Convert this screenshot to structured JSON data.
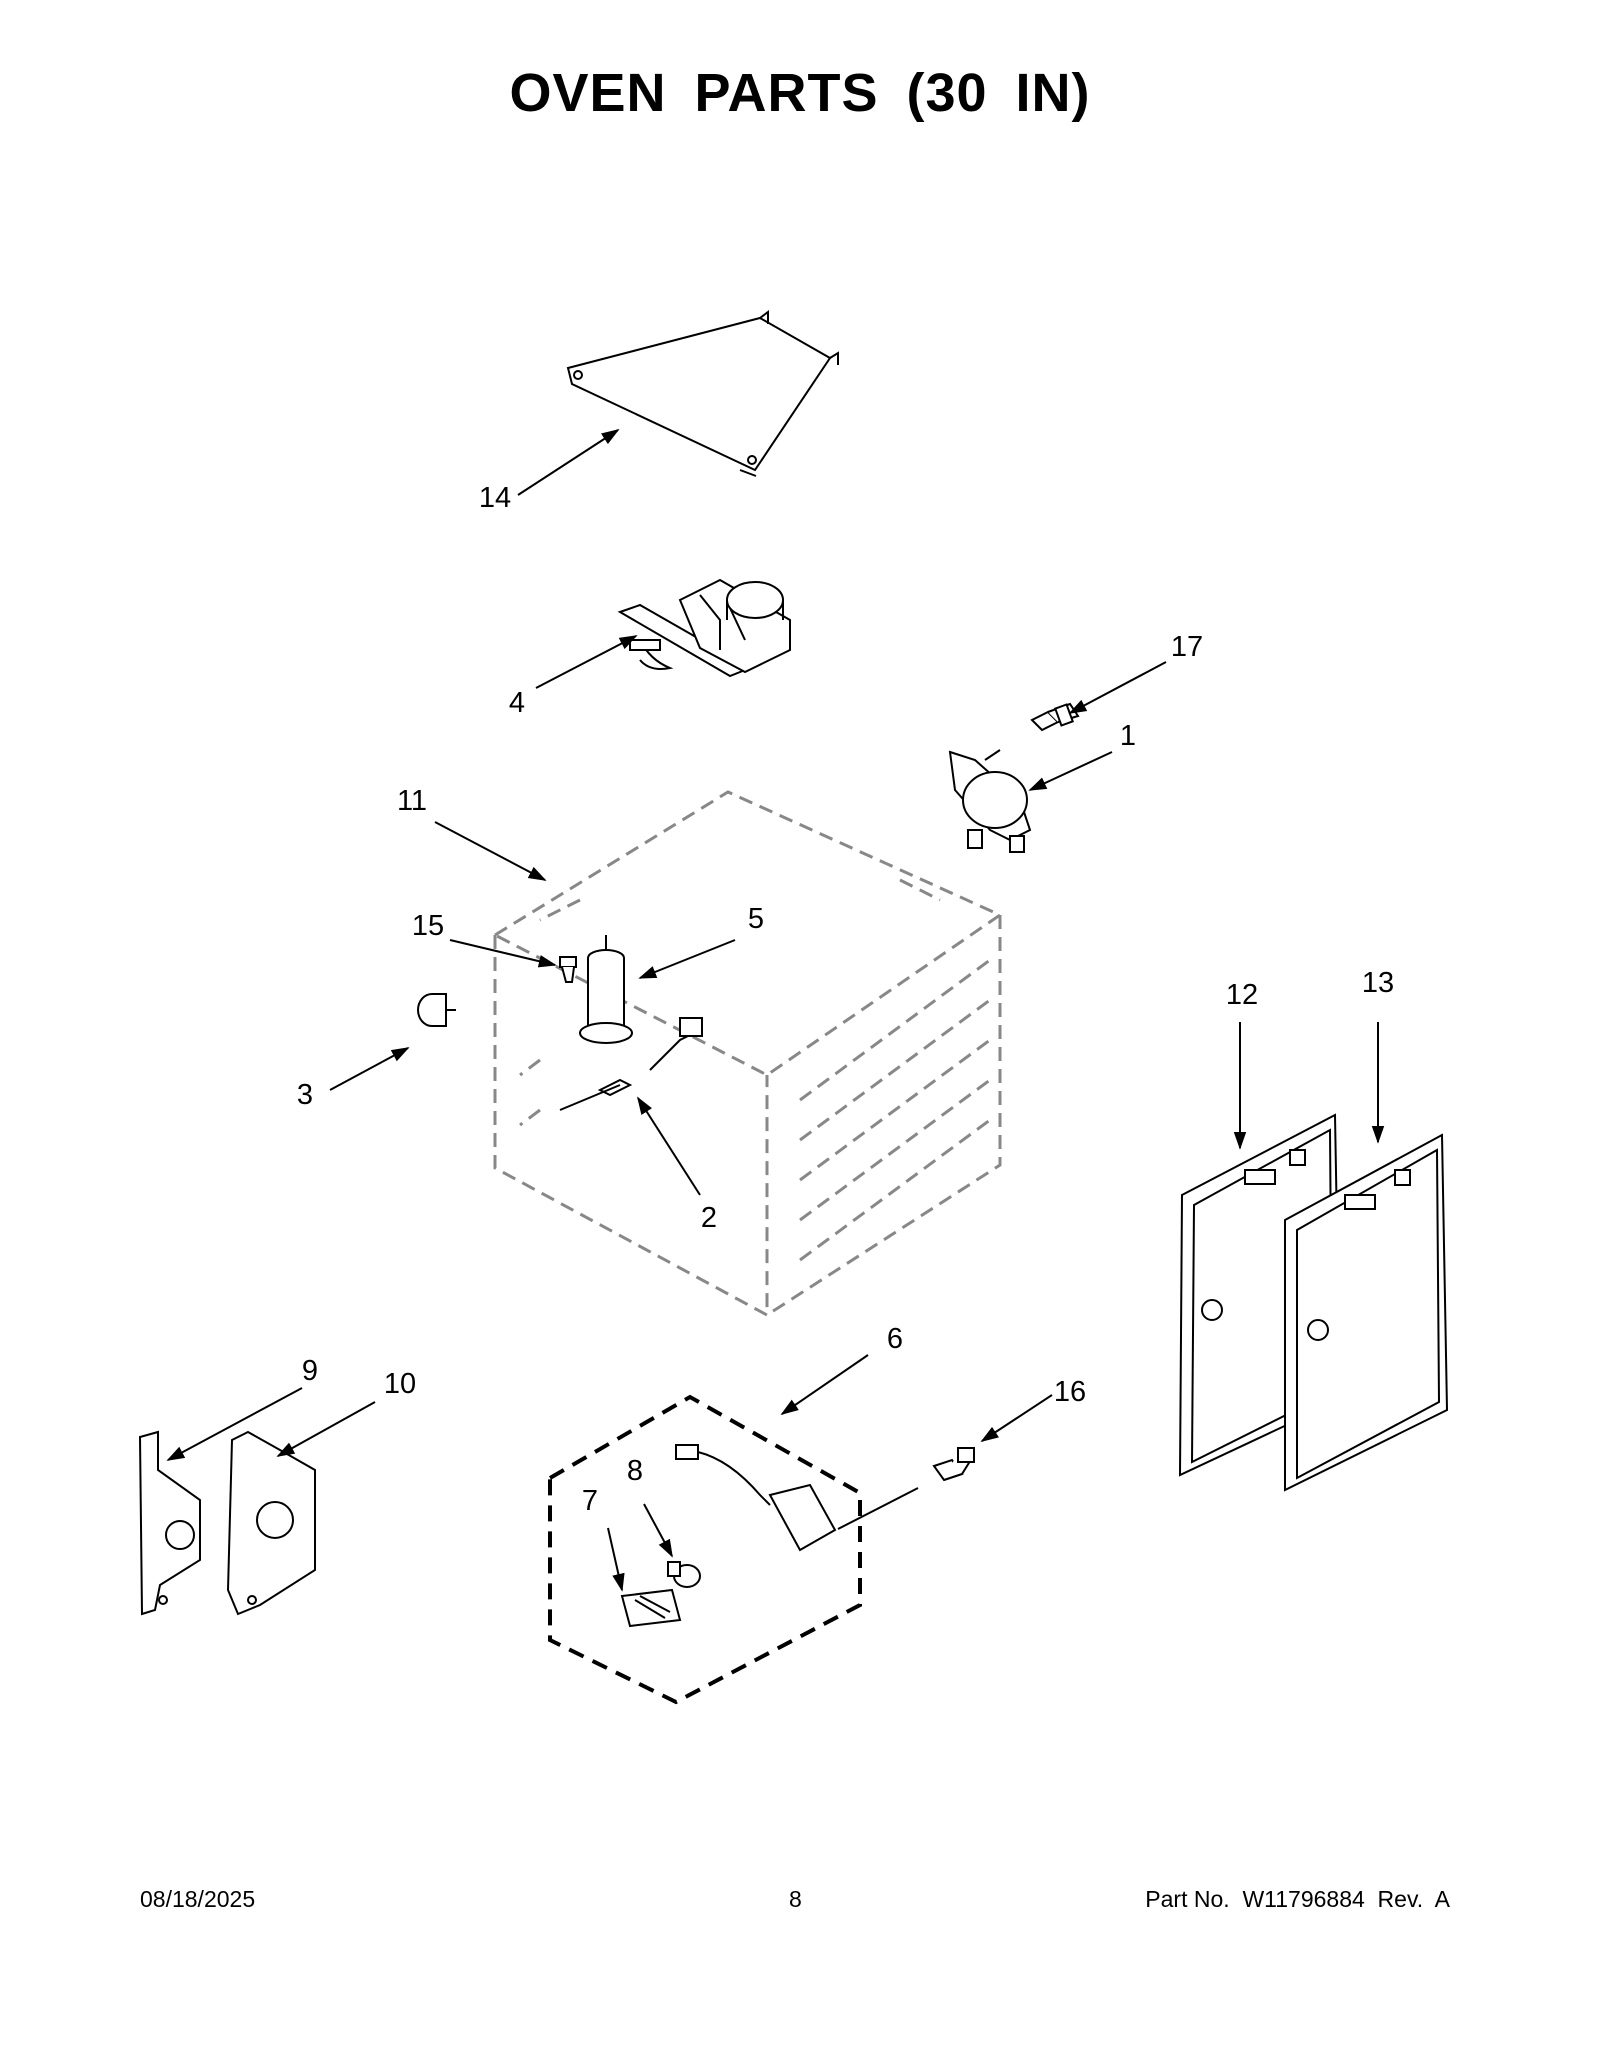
{
  "title": "OVEN PARTS (30 IN)",
  "callouts": [
    {
      "id": "1",
      "label": "1"
    },
    {
      "id": "2",
      "label": "2"
    },
    {
      "id": "3",
      "label": "3"
    },
    {
      "id": "4",
      "label": "4"
    },
    {
      "id": "5",
      "label": "5"
    },
    {
      "id": "6",
      "label": "6"
    },
    {
      "id": "7",
      "label": "7"
    },
    {
      "id": "8",
      "label": "8"
    },
    {
      "id": "9",
      "label": "9"
    },
    {
      "id": "10",
      "label": "10"
    },
    {
      "id": "11",
      "label": "11"
    },
    {
      "id": "12",
      "label": "12"
    },
    {
      "id": "13",
      "label": "13"
    },
    {
      "id": "14",
      "label": "14"
    },
    {
      "id": "15",
      "label": "15"
    },
    {
      "id": "16",
      "label": "16"
    },
    {
      "id": "17",
      "label": "17"
    }
  ],
  "footer": {
    "date": "08/18/2025",
    "page": "8",
    "part_number": "Part No.  W11796884  Rev.  A"
  }
}
